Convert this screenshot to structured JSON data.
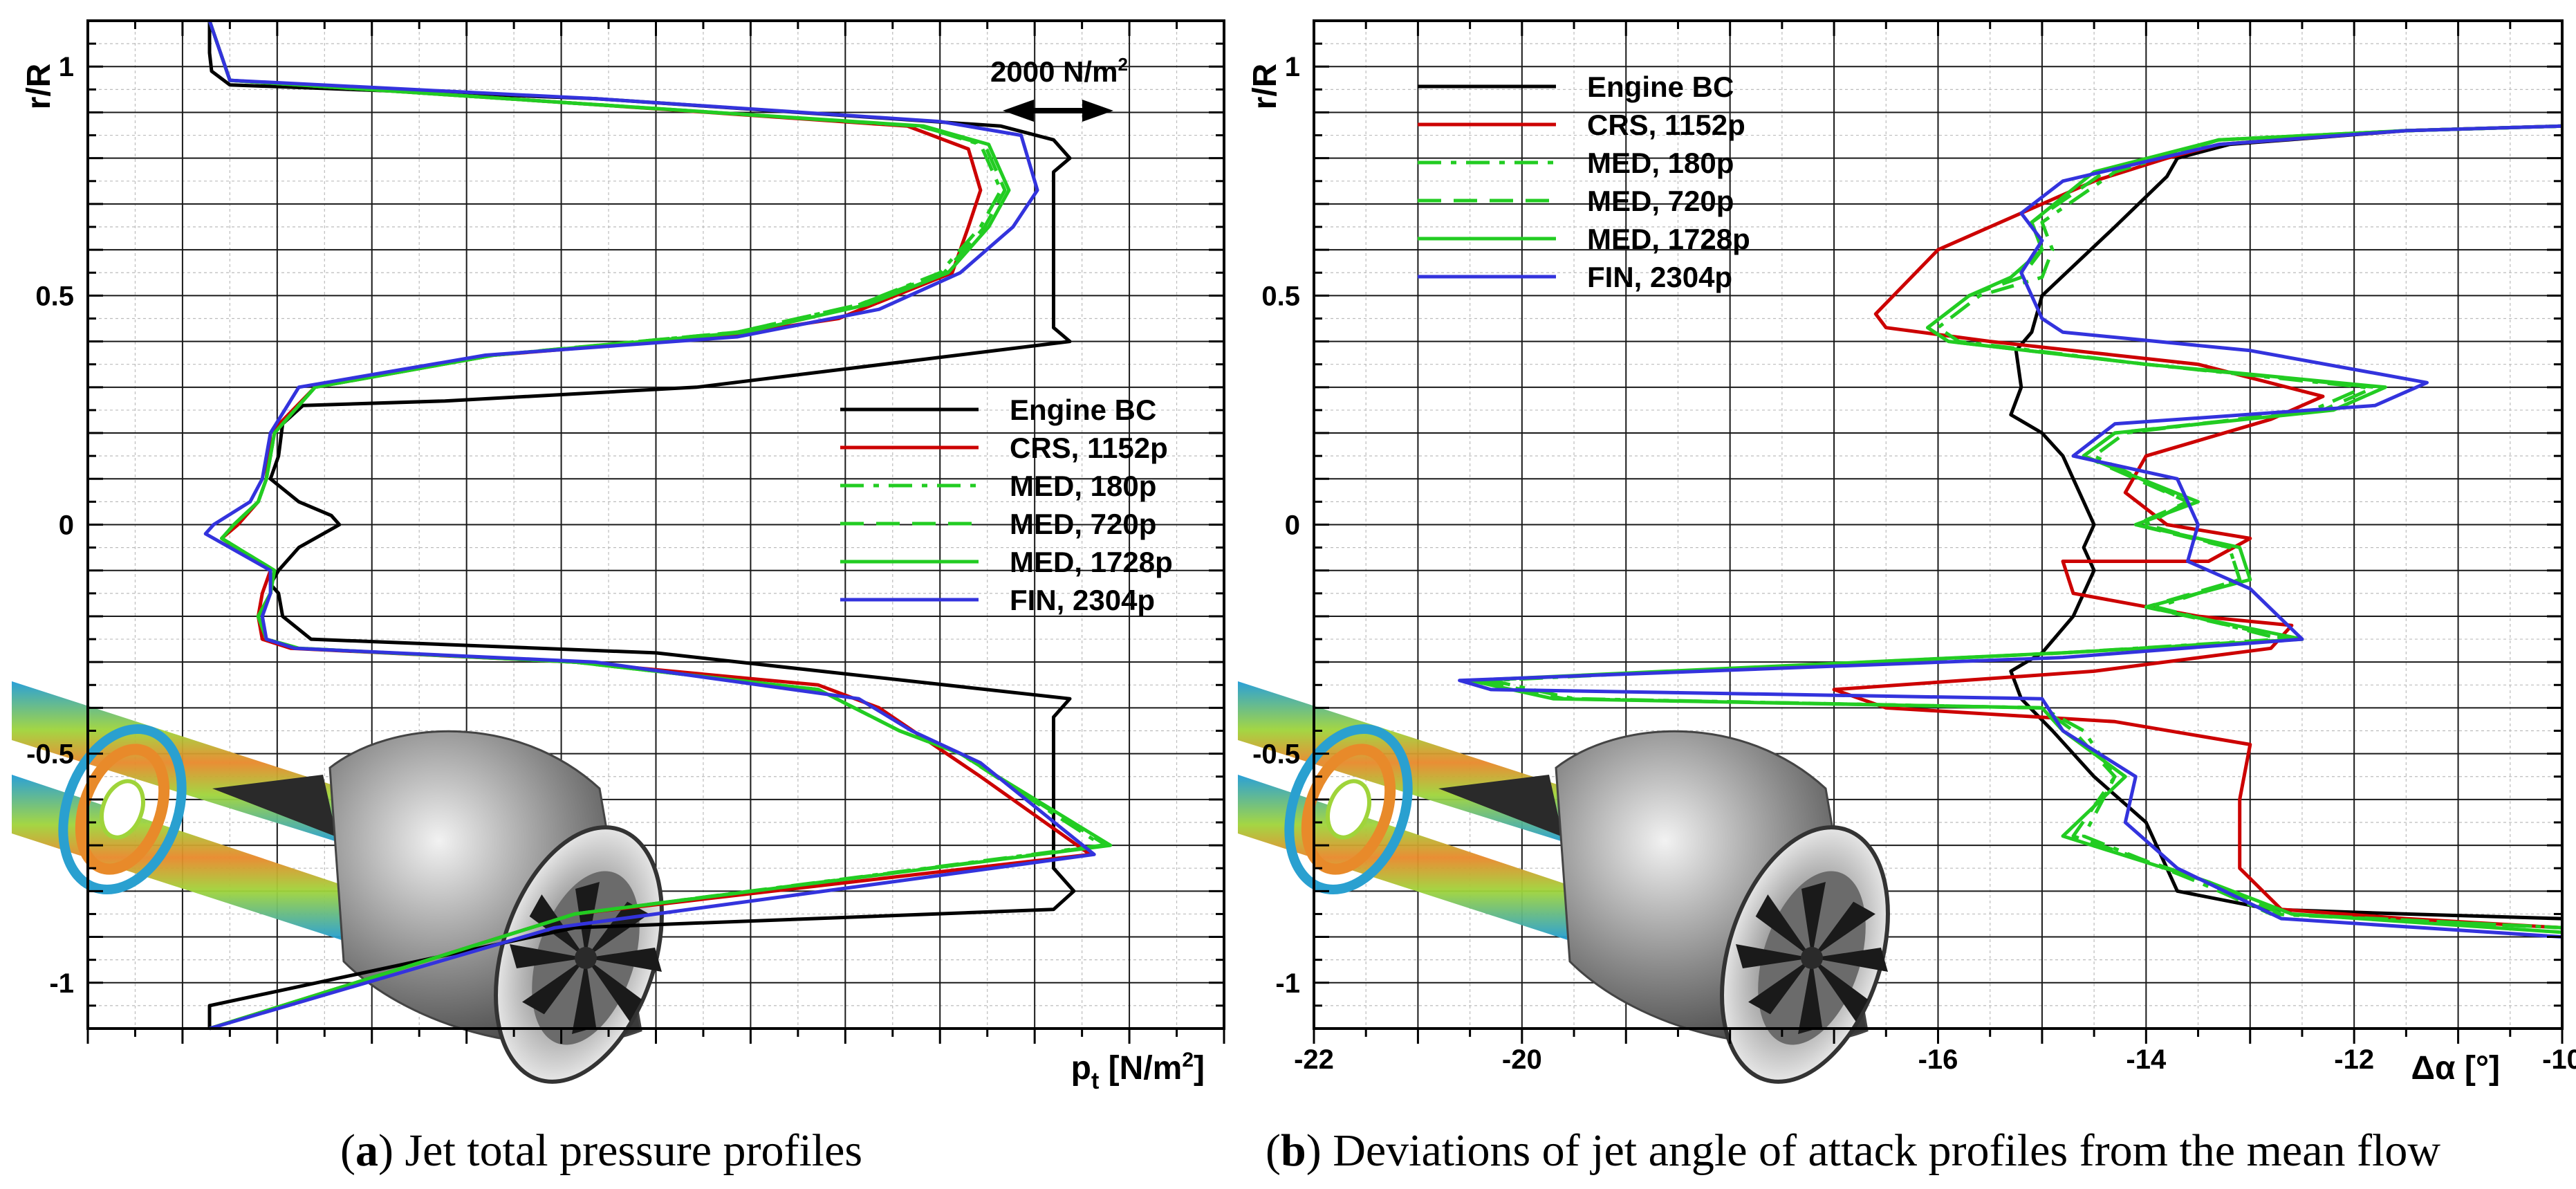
{
  "chart_data": [
    {
      "type": "line",
      "panel_label": "(a)",
      "caption": "Jet total pressure profiles",
      "xlabel": "p",
      "xlabel_sub": "t",
      "xlabel_unit": " [N/m",
      "xlabel_unit_sup": "2",
      "xlabel_unit_end": "]",
      "ylabel": "r/R",
      "ylim": [
        -1.1,
        1.1
      ],
      "yticks": [
        "1",
        "0.5",
        "0",
        "-0.5",
        "-1"
      ],
      "scale_bar": {
        "label": "2000 N/m",
        "label_sup": "2",
        "length_units": 2000
      },
      "legend_placement": "center-right",
      "grid": true,
      "series": [
        {
          "name": "Engine BC",
          "color": "#000000",
          "dash": "solid",
          "x": [
            300,
            300,
            305,
            350,
            1250,
            2250,
            2380,
            2420,
            2380,
            2380,
            2420,
            1500,
            880,
            530,
            480,
            470,
            450,
            520,
            600,
            620,
            520,
            470,
            450,
            470,
            480,
            550,
            1400,
            2420,
            2380,
            2380,
            2430,
            2380,
            1200,
            300,
            300
          ],
          "y": [
            1.1,
            1.03,
            0.99,
            0.96,
            0.93,
            0.87,
            0.84,
            0.8,
            0.77,
            0.43,
            0.4,
            0.3,
            0.27,
            0.26,
            0.22,
            0.15,
            0.1,
            0.05,
            0.02,
            0.0,
            -0.05,
            -0.1,
            -0.13,
            -0.15,
            -0.2,
            -0.25,
            -0.28,
            -0.38,
            -0.42,
            -0.75,
            -0.8,
            -0.84,
            -0.88,
            -1.05,
            -1.1
          ]
        },
        {
          "name": "CRS, 1152p",
          "color": "#cc0000",
          "dash": "solid",
          "x": [
            300,
            350,
            1200,
            2020,
            2170,
            2200,
            2170,
            2130,
            1850,
            1550,
            1000,
            560,
            450,
            440,
            420,
            370,
            330,
            450,
            430,
            420,
            430,
            500,
            1200,
            1800,
            1950,
            2200,
            2470,
            1200,
            300
          ],
          "y": [
            1.1,
            0.97,
            0.92,
            0.87,
            0.82,
            0.73,
            0.65,
            0.55,
            0.45,
            0.41,
            0.37,
            0.3,
            0.2,
            0.1,
            0.05,
            0.0,
            -0.03,
            -0.1,
            -0.15,
            -0.2,
            -0.25,
            -0.27,
            -0.3,
            -0.35,
            -0.4,
            -0.55,
            -0.72,
            -0.85,
            -1.1
          ]
        },
        {
          "name": "MED, 180p",
          "color": "#22cc22",
          "dash": "dashdot",
          "x": [
            300,
            350,
            1200,
            2050,
            2200,
            2250,
            2200,
            2100,
            1900,
            1600,
            1000,
            560,
            460,
            440,
            420,
            360,
            330,
            460,
            450,
            420,
            440,
            520,
            1200,
            1800,
            2000,
            2150,
            2500,
            1200,
            300
          ],
          "y": [
            1.1,
            0.97,
            0.92,
            0.87,
            0.83,
            0.73,
            0.65,
            0.55,
            0.48,
            0.42,
            0.37,
            0.3,
            0.2,
            0.1,
            0.05,
            0.0,
            -0.03,
            -0.1,
            -0.15,
            -0.2,
            -0.25,
            -0.27,
            -0.3,
            -0.36,
            -0.45,
            -0.5,
            -0.7,
            -0.85,
            -1.1
          ]
        },
        {
          "name": "MED, 720p",
          "color": "#22cc22",
          "dash": "dashed",
          "x": [
            300,
            350,
            1200,
            2050,
            2210,
            2260,
            2210,
            2110,
            1900,
            1600,
            1000,
            560,
            460,
            440,
            420,
            360,
            330,
            460,
            450,
            420,
            440,
            520,
            1200,
            1800,
            2000,
            2150,
            2510,
            1200,
            300
          ],
          "y": [
            1.1,
            0.97,
            0.92,
            0.87,
            0.83,
            0.73,
            0.65,
            0.55,
            0.48,
            0.42,
            0.37,
            0.3,
            0.2,
            0.1,
            0.05,
            0.0,
            -0.03,
            -0.1,
            -0.15,
            -0.2,
            -0.25,
            -0.27,
            -0.3,
            -0.36,
            -0.45,
            -0.5,
            -0.7,
            -0.85,
            -1.1
          ]
        },
        {
          "name": "MED, 1728p",
          "color": "#22cc22",
          "dash": "solid",
          "x": [
            300,
            350,
            1200,
            2060,
            2220,
            2270,
            2220,
            2120,
            1920,
            1620,
            1000,
            560,
            460,
            440,
            420,
            360,
            330,
            460,
            450,
            420,
            440,
            520,
            1200,
            1800,
            2000,
            2150,
            2520,
            1200,
            300
          ],
          "y": [
            1.1,
            0.97,
            0.92,
            0.87,
            0.83,
            0.73,
            0.65,
            0.55,
            0.48,
            0.42,
            0.37,
            0.3,
            0.2,
            0.1,
            0.05,
            0.0,
            -0.03,
            -0.1,
            -0.15,
            -0.2,
            -0.25,
            -0.27,
            -0.3,
            -0.36,
            -0.45,
            -0.5,
            -0.7,
            -0.85,
            -1.1
          ]
        },
        {
          "name": "FIN, 2304p",
          "color": "#3333dd",
          "dash": "solid",
          "x": [
            300,
            350,
            1250,
            2100,
            2300,
            2340,
            2280,
            2150,
            1950,
            1600,
            980,
            520,
            450,
            430,
            400,
            310,
            290,
            450,
            450,
            430,
            440,
            510,
            1250,
            1900,
            2030,
            2200,
            2480,
            1150,
            300
          ],
          "y": [
            1.1,
            0.97,
            0.93,
            0.88,
            0.85,
            0.73,
            0.65,
            0.55,
            0.47,
            0.41,
            0.37,
            0.3,
            0.2,
            0.1,
            0.05,
            0.0,
            -0.02,
            -0.1,
            -0.15,
            -0.2,
            -0.25,
            -0.27,
            -0.3,
            -0.38,
            -0.45,
            -0.52,
            -0.72,
            -0.88,
            -1.1
          ]
        }
      ]
    },
    {
      "type": "line",
      "panel_label": "(b)",
      "caption": "Deviations of jet angle of attack profiles from the mean flow",
      "xlabel": "Δα [°]",
      "ylabel": "r/R",
      "xlim": [
        -22,
        -10
      ],
      "ylim": [
        -1.1,
        1.1
      ],
      "xticks": [
        "-22",
        "-20",
        "-16",
        "-14",
        "-12",
        "-10"
      ],
      "xtick_values": [
        -22,
        -20,
        -16,
        -14,
        -12,
        -10
      ],
      "yticks": [
        "1",
        "0.5",
        "0",
        "-0.5",
        "-1"
      ],
      "legend_placement": "top-left",
      "grid": true,
      "series": [
        {
          "name": "Engine BC",
          "color": "#000000",
          "dash": "solid",
          "x": [
            -10.0,
            -11.5,
            -13.2,
            -13.7,
            -13.8,
            -14.3,
            -15.0,
            -15.1,
            -15.25,
            -15.2,
            -15.3,
            -15.0,
            -14.8,
            -14.7,
            -14.6,
            -14.5,
            -14.6,
            -14.5,
            -14.7,
            -15.0,
            -15.3,
            -15.2,
            -14.9,
            -14.5,
            -14.0,
            -13.8,
            -13.7,
            -12.8,
            -11.5,
            -10.0
          ],
          "y": [
            0.87,
            0.86,
            0.83,
            0.8,
            0.76,
            0.65,
            0.5,
            0.42,
            0.38,
            0.3,
            0.24,
            0.2,
            0.15,
            0.1,
            0.05,
            0.0,
            -0.05,
            -0.1,
            -0.2,
            -0.28,
            -0.32,
            -0.38,
            -0.45,
            -0.55,
            -0.65,
            -0.75,
            -0.8,
            -0.84,
            -0.85,
            -0.86
          ]
        },
        {
          "name": "CRS, 1152p",
          "color": "#cc0000",
          "dash": "solid",
          "x": [
            -10.0,
            -11.5,
            -13.3,
            -13.8,
            -14.5,
            -16.0,
            -16.6,
            -16.5,
            -15.5,
            -13.5,
            -12.3,
            -12.8,
            -14.0,
            -14.2,
            -13.8,
            -13.0,
            -13.4,
            -14.8,
            -14.7,
            -13.5,
            -12.6,
            -12.8,
            -14.5,
            -17.0,
            -16.5,
            -14.3,
            -13.0,
            -13.1,
            -13.1,
            -12.7,
            -11.5,
            -10.0
          ],
          "y": [
            0.87,
            0.86,
            0.83,
            0.8,
            0.75,
            0.6,
            0.46,
            0.43,
            0.4,
            0.35,
            0.28,
            0.23,
            0.15,
            0.07,
            0.0,
            -0.03,
            -0.08,
            -0.08,
            -0.15,
            -0.2,
            -0.22,
            -0.27,
            -0.32,
            -0.36,
            -0.4,
            -0.43,
            -0.48,
            -0.6,
            -0.75,
            -0.84,
            -0.86,
            -0.88
          ]
        },
        {
          "name": "MED, 180p",
          "color": "#22cc22",
          "dash": "dashdot",
          "x": [
            -10.0,
            -11.5,
            -13.3,
            -14.3,
            -15.0,
            -14.9,
            -15.0,
            -15.6,
            -16.0,
            -15.8,
            -14.0,
            -11.9,
            -12.4,
            -14.2,
            -14.5,
            -13.6,
            -14.0,
            -13.2,
            -13.1,
            -13.9,
            -12.7,
            -14.8,
            -20.3,
            -19.5,
            -15.0,
            -14.6,
            -14.3,
            -14.6,
            -13.5,
            -12.8,
            -10.0
          ],
          "y": [
            0.87,
            0.86,
            0.84,
            0.77,
            0.66,
            0.6,
            0.54,
            0.5,
            0.43,
            0.4,
            0.35,
            0.3,
            0.25,
            0.2,
            0.15,
            0.05,
            0.0,
            -0.05,
            -0.12,
            -0.18,
            -0.25,
            -0.28,
            -0.34,
            -0.38,
            -0.4,
            -0.45,
            -0.55,
            -0.68,
            -0.78,
            -0.85,
            -0.88
          ]
        },
        {
          "name": "MED, 720p",
          "color": "#22cc22",
          "dash": "dashed",
          "x": [
            -10.0,
            -11.5,
            -13.3,
            -14.4,
            -15.1,
            -15.0,
            -15.2,
            -15.7,
            -16.1,
            -15.9,
            -14.0,
            -11.8,
            -12.3,
            -14.3,
            -14.6,
            -13.6,
            -14.1,
            -13.2,
            -13.1,
            -14.0,
            -12.6,
            -14.8,
            -20.4,
            -19.6,
            -15.0,
            -14.7,
            -14.3,
            -14.7,
            -13.4,
            -12.7,
            -10.0
          ],
          "y": [
            0.87,
            0.86,
            0.84,
            0.77,
            0.66,
            0.6,
            0.54,
            0.5,
            0.43,
            0.4,
            0.35,
            0.3,
            0.25,
            0.2,
            0.15,
            0.05,
            0.0,
            -0.05,
            -0.12,
            -0.18,
            -0.25,
            -0.28,
            -0.34,
            -0.38,
            -0.4,
            -0.45,
            -0.55,
            -0.68,
            -0.78,
            -0.85,
            -0.88
          ]
        },
        {
          "name": "MED, 1728p",
          "color": "#22cc22",
          "dash": "solid",
          "x": [
            -10.0,
            -11.5,
            -13.3,
            -14.5,
            -15.1,
            -15.0,
            -15.3,
            -15.7,
            -16.1,
            -15.9,
            -14.0,
            -11.7,
            -12.2,
            -14.3,
            -14.6,
            -13.5,
            -14.1,
            -13.1,
            -13.0,
            -14.0,
            -12.5,
            -14.8,
            -20.5,
            -19.7,
            -15.0,
            -14.8,
            -14.2,
            -14.8,
            -13.4,
            -12.6,
            -10.0
          ],
          "y": [
            0.87,
            0.86,
            0.84,
            0.77,
            0.66,
            0.6,
            0.54,
            0.5,
            0.43,
            0.4,
            0.35,
            0.3,
            0.25,
            0.2,
            0.15,
            0.05,
            0.0,
            -0.05,
            -0.12,
            -0.18,
            -0.25,
            -0.28,
            -0.34,
            -0.38,
            -0.4,
            -0.45,
            -0.55,
            -0.68,
            -0.78,
            -0.85,
            -0.89
          ]
        },
        {
          "name": "FIN, 2304p",
          "color": "#3333dd",
          "dash": "solid",
          "x": [
            -10.0,
            -11.5,
            -13.3,
            -14.8,
            -15.2,
            -15.0,
            -15.2,
            -15.0,
            -14.8,
            -13.0,
            -11.3,
            -11.8,
            -14.3,
            -14.7,
            -13.7,
            -13.5,
            -13.6,
            -13.0,
            -12.5,
            -14.8,
            -20.6,
            -20.3,
            -15.0,
            -14.8,
            -14.1,
            -14.2,
            -13.7,
            -12.7,
            -10.0
          ],
          "y": [
            0.87,
            0.86,
            0.83,
            0.75,
            0.68,
            0.62,
            0.55,
            0.45,
            0.42,
            0.38,
            0.31,
            0.26,
            0.22,
            0.15,
            0.1,
            0.0,
            -0.08,
            -0.14,
            -0.25,
            -0.29,
            -0.34,
            -0.36,
            -0.38,
            -0.45,
            -0.55,
            -0.65,
            -0.75,
            -0.86,
            -0.9
          ]
        }
      ]
    }
  ]
}
